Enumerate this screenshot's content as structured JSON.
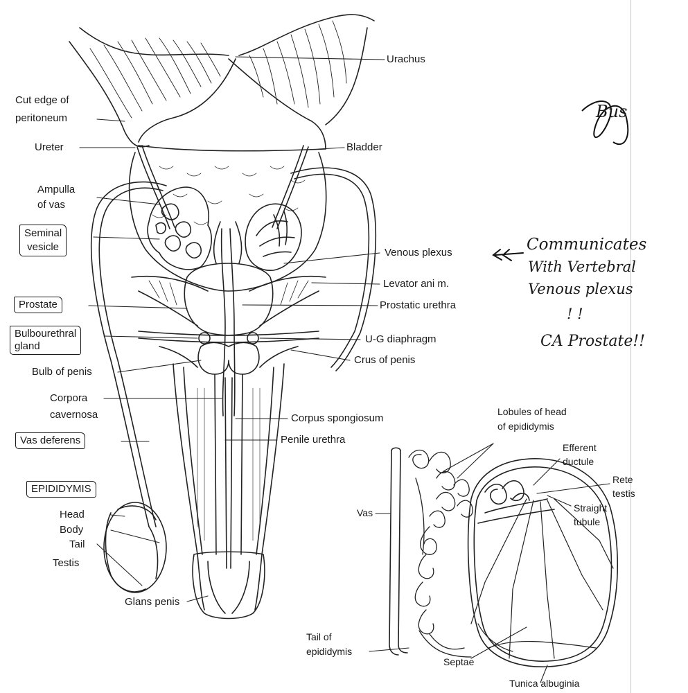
{
  "labels": {
    "urachus": "Urachus",
    "cut_edge_1": "Cut edge of",
    "cut_edge_2": "peritoneum",
    "ureter": "Ureter",
    "bladder": "Bladder",
    "ampulla_1": "Ampulla",
    "ampulla_2": "of vas",
    "seminal_1": "Seminal",
    "seminal_2": "vesicle",
    "venous_plexus": "Venous plexus",
    "levator_ani": "Levator ani m.",
    "prostate": "Prostate",
    "prostatic_urethra": "Prostatic urethra",
    "bulbourethral_1": "Bulbourethral",
    "bulbourethral_2": "gland",
    "ug_diaphragm": "U-G diaphragm",
    "crus_of_penis": "Crus of penis",
    "bulb_of_penis": "Bulb of penis",
    "corpora_1": "Corpora",
    "corpora_2": "cavernosa",
    "corpus_spongiosum": "Corpus spongiosum",
    "penile_urethra": "Penile urethra",
    "vas_deferens": "Vas deferens",
    "epididymis": "EPIDIDYMIS",
    "head": "Head",
    "body": "Body",
    "tail": "Tail",
    "testis": "Testis",
    "glans_penis": "Glans penis",
    "lobules_1": "Lobules of head",
    "lobules_2": "of epididymis",
    "efferent_1": "Efferent",
    "efferent_2": "ductule",
    "rete_1": "Rete",
    "rete_2": "testis",
    "straight_1": "Straight",
    "straight_2": "tubule",
    "vas": "Vas",
    "tail_epi_1": "Tail of",
    "tail_epi_2": "epididymis",
    "septae": "Septae",
    "tunica": "Tunica albuginia"
  },
  "handwriting": {
    "signature": "Bus",
    "note_line1": "Communicates",
    "note_line2": "With Vertebral",
    "note_line3": "Venous plexus",
    "note_line4": "! !",
    "note_line5": "CA Prostate!!"
  }
}
